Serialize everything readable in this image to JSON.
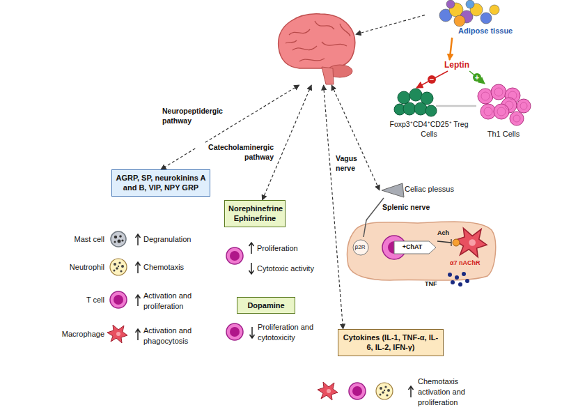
{
  "diagram": {
    "nodes": [
      {
        "text": []
      },
      {
        "text": [
          "Adipose tissue"
        ]
      },
      {
        "text": [
          "Leptin"
        ]
      },
      {
        "text": [
          "Foxp3⁺CD4⁺CD25⁺ Treg Cells"
        ]
      },
      {
        "text": [
          "Th1 Cells"
        ]
      },
      {
        "text": [
          "AGRP, SP, neurokinins A and B, VIP, NPY GRP"
        ]
      },
      {
        "text": [
          "Norephinefrine Ephinefrine"
        ]
      },
      {
        "text": [
          "Dopamine"
        ]
      },
      {
        "text": [
          "Celiac plessus"
        ]
      },
      {
        "text": [
          "β2R",
          "+ChAT",
          "Ach",
          "α7 nAChR"
        ]
      },
      {
        "text": [
          "Cytokines (IL-1, TNF-α, IL-6, IL-2, IFN-γ)"
        ]
      }
    ],
    "edges": [
      {
        "from": 0,
        "to": 5,
        "label": "Neuropeptidergic pathway",
        "arrow": "both"
      },
      {
        "from": 0,
        "to": 6,
        "label": "Catecholaminergic pathway",
        "arrow": "both"
      },
      {
        "from": 0,
        "to": 8,
        "label": "Vagus nerve",
        "arrow": "both"
      },
      {
        "from": 0,
        "to": 10,
        "arrow": "both"
      },
      {
        "from": 1,
        "to": 0,
        "arrow": "to"
      },
      {
        "from": 1,
        "to": 2,
        "arrow": "to"
      },
      {
        "from": 2,
        "to": 3,
        "arrow": "to"
      },
      {
        "from": 2,
        "to": 4,
        "arrow": "to"
      },
      {
        "from": 8,
        "to": 9,
        "label": "Splenic nerve",
        "arrow": "none"
      }
    ],
    "labels": [
      "Mast cell",
      "Degranulation",
      "Neutrophil",
      "Chemotaxis",
      "T cell",
      "Activation and proliferation",
      "Macrophage",
      "Activation and phagocytosis",
      "Proliferation",
      "Cytotoxic activity",
      "Proliferation and cytotoxicity",
      "TNF",
      "Chemotaxis activation and proliferation",
      "−",
      "+"
    ]
  }
}
